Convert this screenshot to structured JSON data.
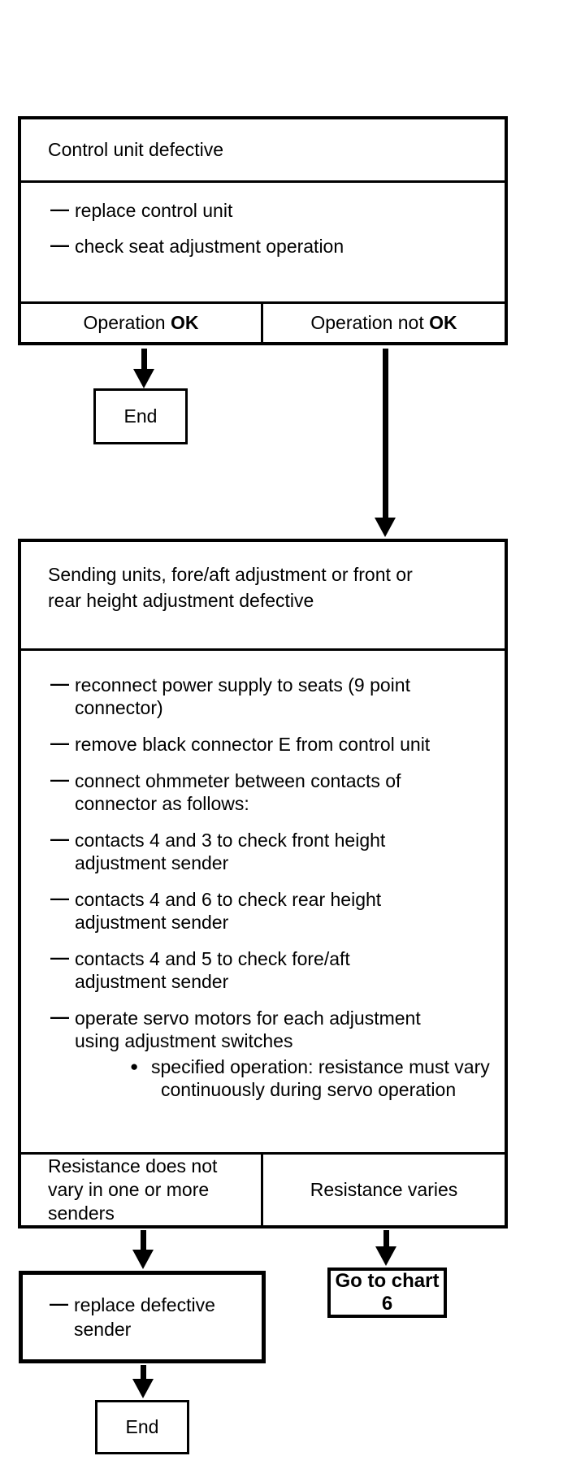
{
  "palette": {
    "ink": "#000000",
    "paper": "#ffffff"
  },
  "box1": {
    "title": "Control unit defective",
    "actions": [
      {
        "marker": "—",
        "lines": [
          "replace control unit"
        ]
      },
      {
        "marker": "—",
        "lines": [
          "check seat adjustment operation"
        ]
      }
    ],
    "outcome_left": {
      "prefix": "Operation ",
      "bold": "OK"
    },
    "outcome_right": {
      "prefix": "Operation not ",
      "bold": "OK"
    }
  },
  "end1": {
    "label": "End"
  },
  "box2": {
    "title_lines": [
      "Sending units, fore/aft adjustment or front or",
      "rear height adjustment defective"
    ],
    "actions": [
      {
        "marker": "—",
        "lines": [
          "reconnect power supply to seats (9 point",
          "connector)"
        ]
      },
      {
        "marker": "—",
        "lines": [
          "remove black connector E from control unit"
        ]
      },
      {
        "marker": "—",
        "lines": [
          "connect ohmmeter between contacts of",
          "connector as follows:"
        ]
      },
      {
        "marker": "—",
        "lines": [
          "contacts 4 and 3 to check front height",
          "adjustment sender"
        ]
      },
      {
        "marker": "—",
        "lines": [
          "contacts 4 and 6 to check rear height",
          "adjustment sender"
        ]
      },
      {
        "marker": "—",
        "lines": [
          "contacts 4 and 5 to check fore/aft",
          "adjustment sender"
        ]
      },
      {
        "marker": "—",
        "lines": [
          "operate servo motors for each adjustment",
          "using adjustment switches"
        ],
        "sub": {
          "marker": "●",
          "lines": [
            "specified operation: resistance must vary",
            "continuously during servo operation"
          ]
        }
      }
    ],
    "outcome_left_lines": [
      "Resistance does not",
      "vary in one or more",
      "senders"
    ],
    "outcome_right": "Resistance varies"
  },
  "replace_box": {
    "marker": "—",
    "lines": [
      "replace defective",
      "sender"
    ]
  },
  "goto_box": {
    "lines": [
      "Go to chart",
      "6"
    ]
  },
  "end2": {
    "label": "End"
  }
}
